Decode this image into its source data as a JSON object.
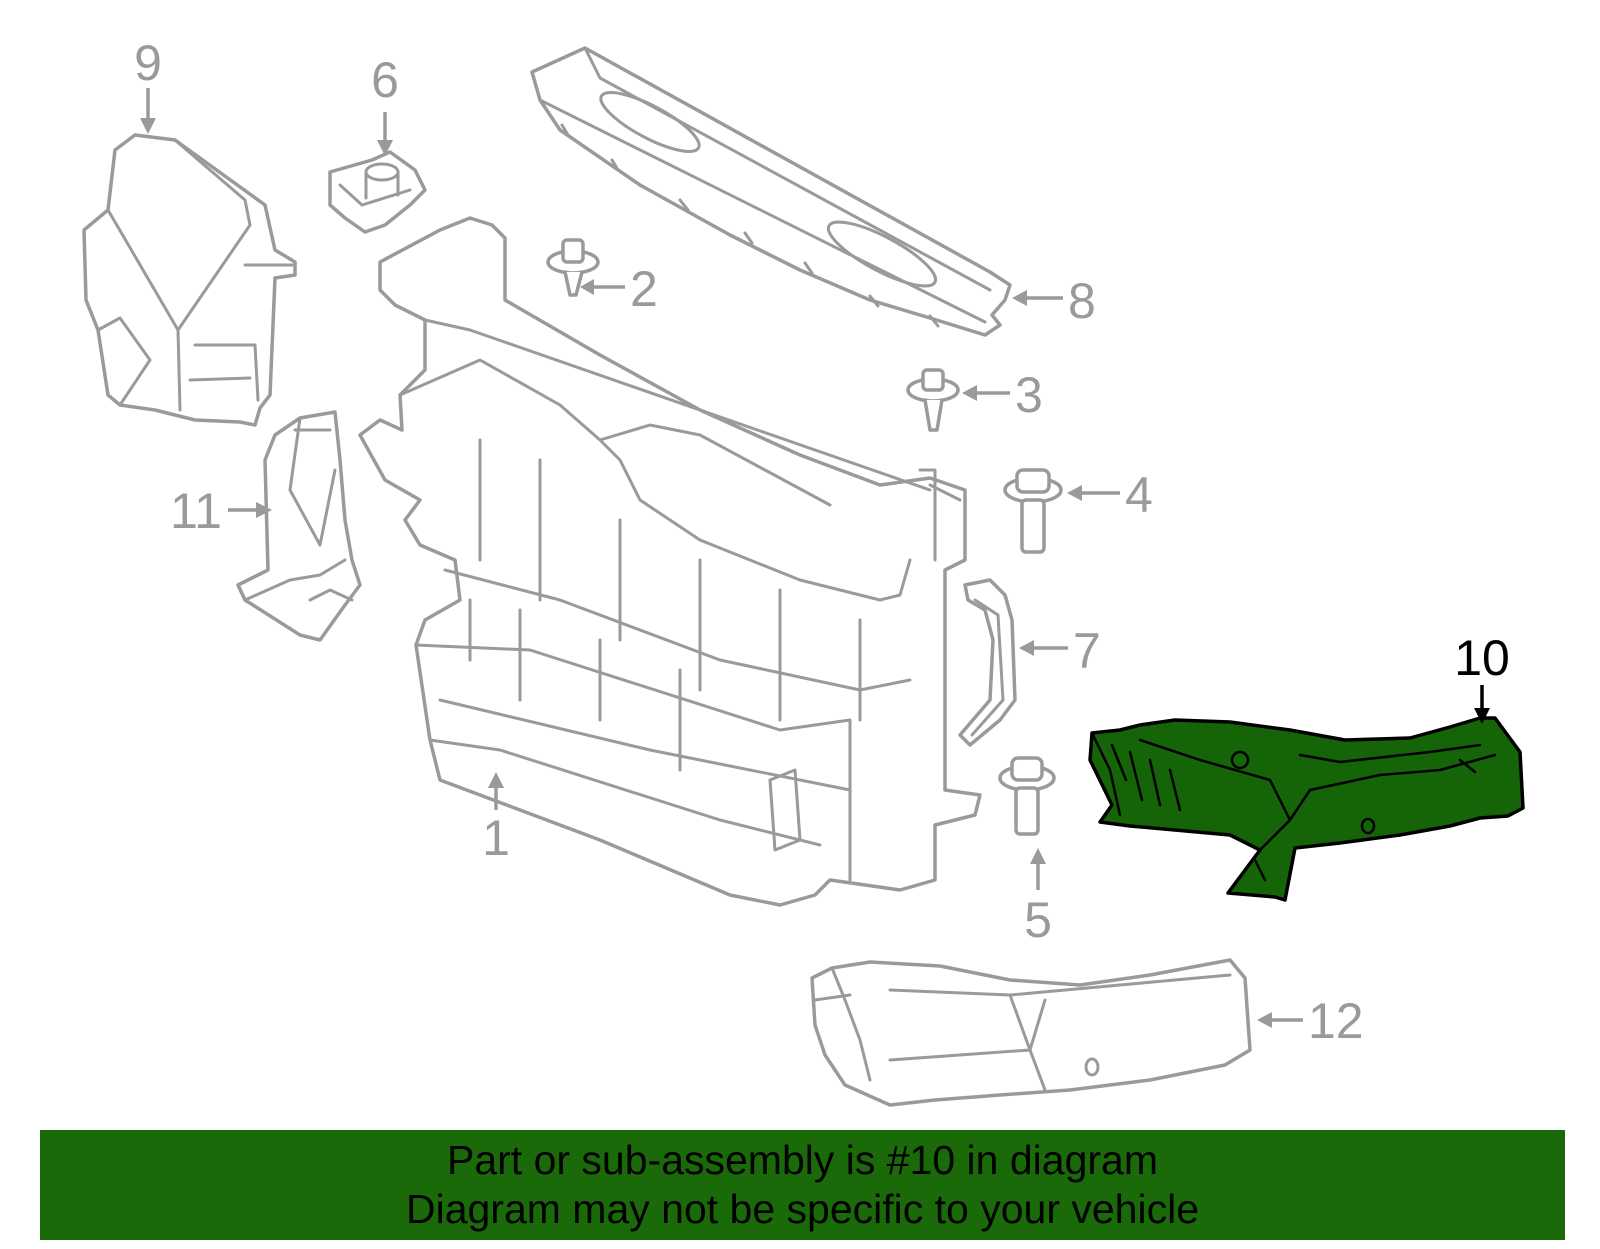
{
  "diagram": {
    "highlighted_part": "10",
    "callouts": [
      {
        "id": "c1",
        "label": "1"
      },
      {
        "id": "c2",
        "label": "2"
      },
      {
        "id": "c3",
        "label": "3"
      },
      {
        "id": "c4",
        "label": "4"
      },
      {
        "id": "c5",
        "label": "5"
      },
      {
        "id": "c6",
        "label": "6"
      },
      {
        "id": "c7",
        "label": "7"
      },
      {
        "id": "c8",
        "label": "8"
      },
      {
        "id": "c9",
        "label": "9"
      },
      {
        "id": "c10",
        "label": "10"
      },
      {
        "id": "c11",
        "label": "11"
      },
      {
        "id": "c12",
        "label": "12"
      }
    ]
  },
  "colors": {
    "banner_background": "#1a6a0a",
    "highlight_fill": "#156408",
    "line_gray": "#9a9a9a"
  },
  "banner": {
    "line1": "Part or sub-assembly is #10 in diagram",
    "line2": "Diagram may not be specific to your vehicle"
  }
}
